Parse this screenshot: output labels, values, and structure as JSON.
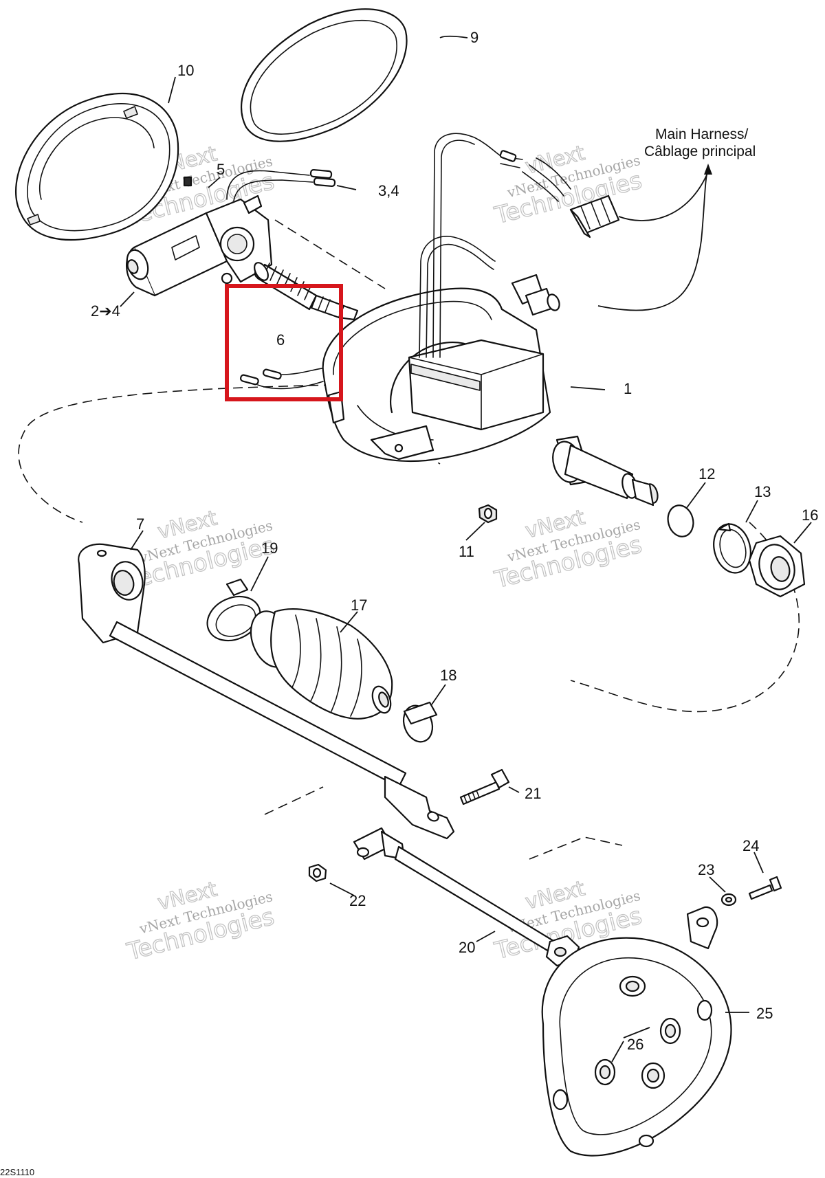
{
  "diagram": {
    "drawing_number": "22S1110",
    "harness_note": {
      "line1": "Main Harness/",
      "line2": "Câblage principal"
    },
    "callouts": {
      "c1": "1",
      "c2_4": "2➔4",
      "c3_4": "3,4",
      "c5": "5",
      "c6": "6",
      "c7": "7",
      "c9": "9",
      "c10": "10",
      "c11": "11",
      "c12": "12",
      "c13": "13",
      "c16": "16",
      "c17": "17",
      "c18": "18",
      "c19": "19",
      "c20": "20",
      "c21": "21",
      "c22": "22",
      "c23": "23",
      "c24": "24",
      "c25": "25",
      "c26": "26"
    },
    "watermark": {
      "line0": "vNext",
      "line1": "vNext Technologies",
      "line2": "Technologies"
    },
    "highlight": {
      "target_part": "6",
      "color": "#d6161c"
    }
  }
}
